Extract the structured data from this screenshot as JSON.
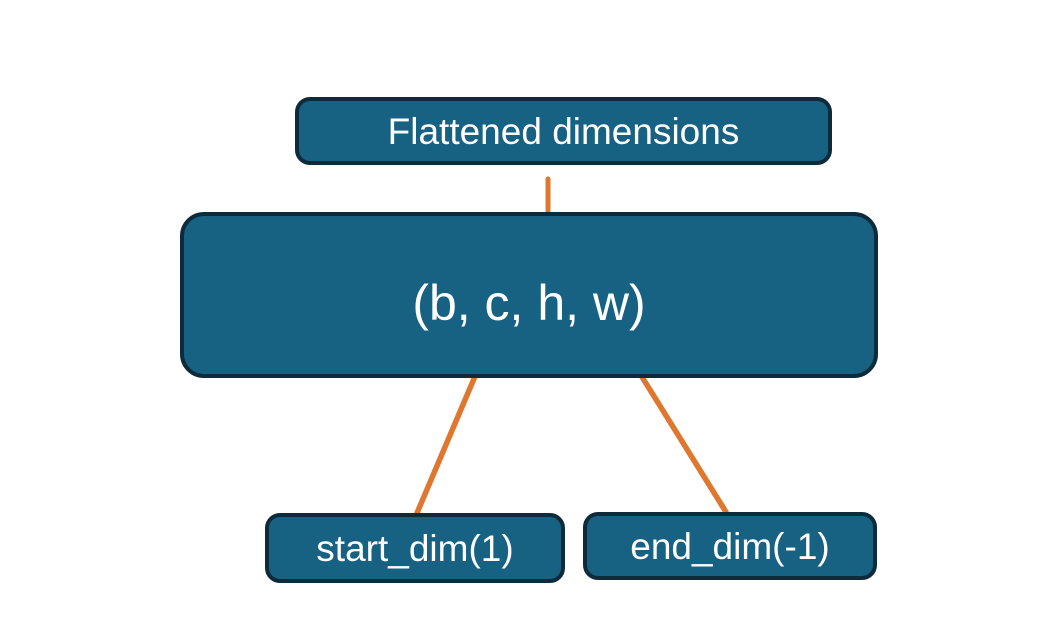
{
  "title": "Tensor flatten dimensions diagram",
  "colors": {
    "box_fill": "#176183",
    "box_border": "#0D2B3A",
    "arrow_orange": "#E0772F",
    "text_color": "#FFFFFF",
    "background": "#FFFFFF"
  },
  "nodes": {
    "flattened": {
      "label": "Flattened dimensions"
    },
    "tensor": {
      "label": "(b, c, h, w)"
    },
    "start_dim": {
      "label": "start_dim(1)"
    },
    "end_dim": {
      "label": "end_dim(-1)"
    }
  },
  "connectors": {
    "brace": "brace grouping dims c through w, pointing up to Flattened dimensions",
    "start_dim_arrow": "arrow from start_dim(1) to dim c",
    "end_dim_arrow": "arrow from end_dim(-1) to dim w"
  }
}
